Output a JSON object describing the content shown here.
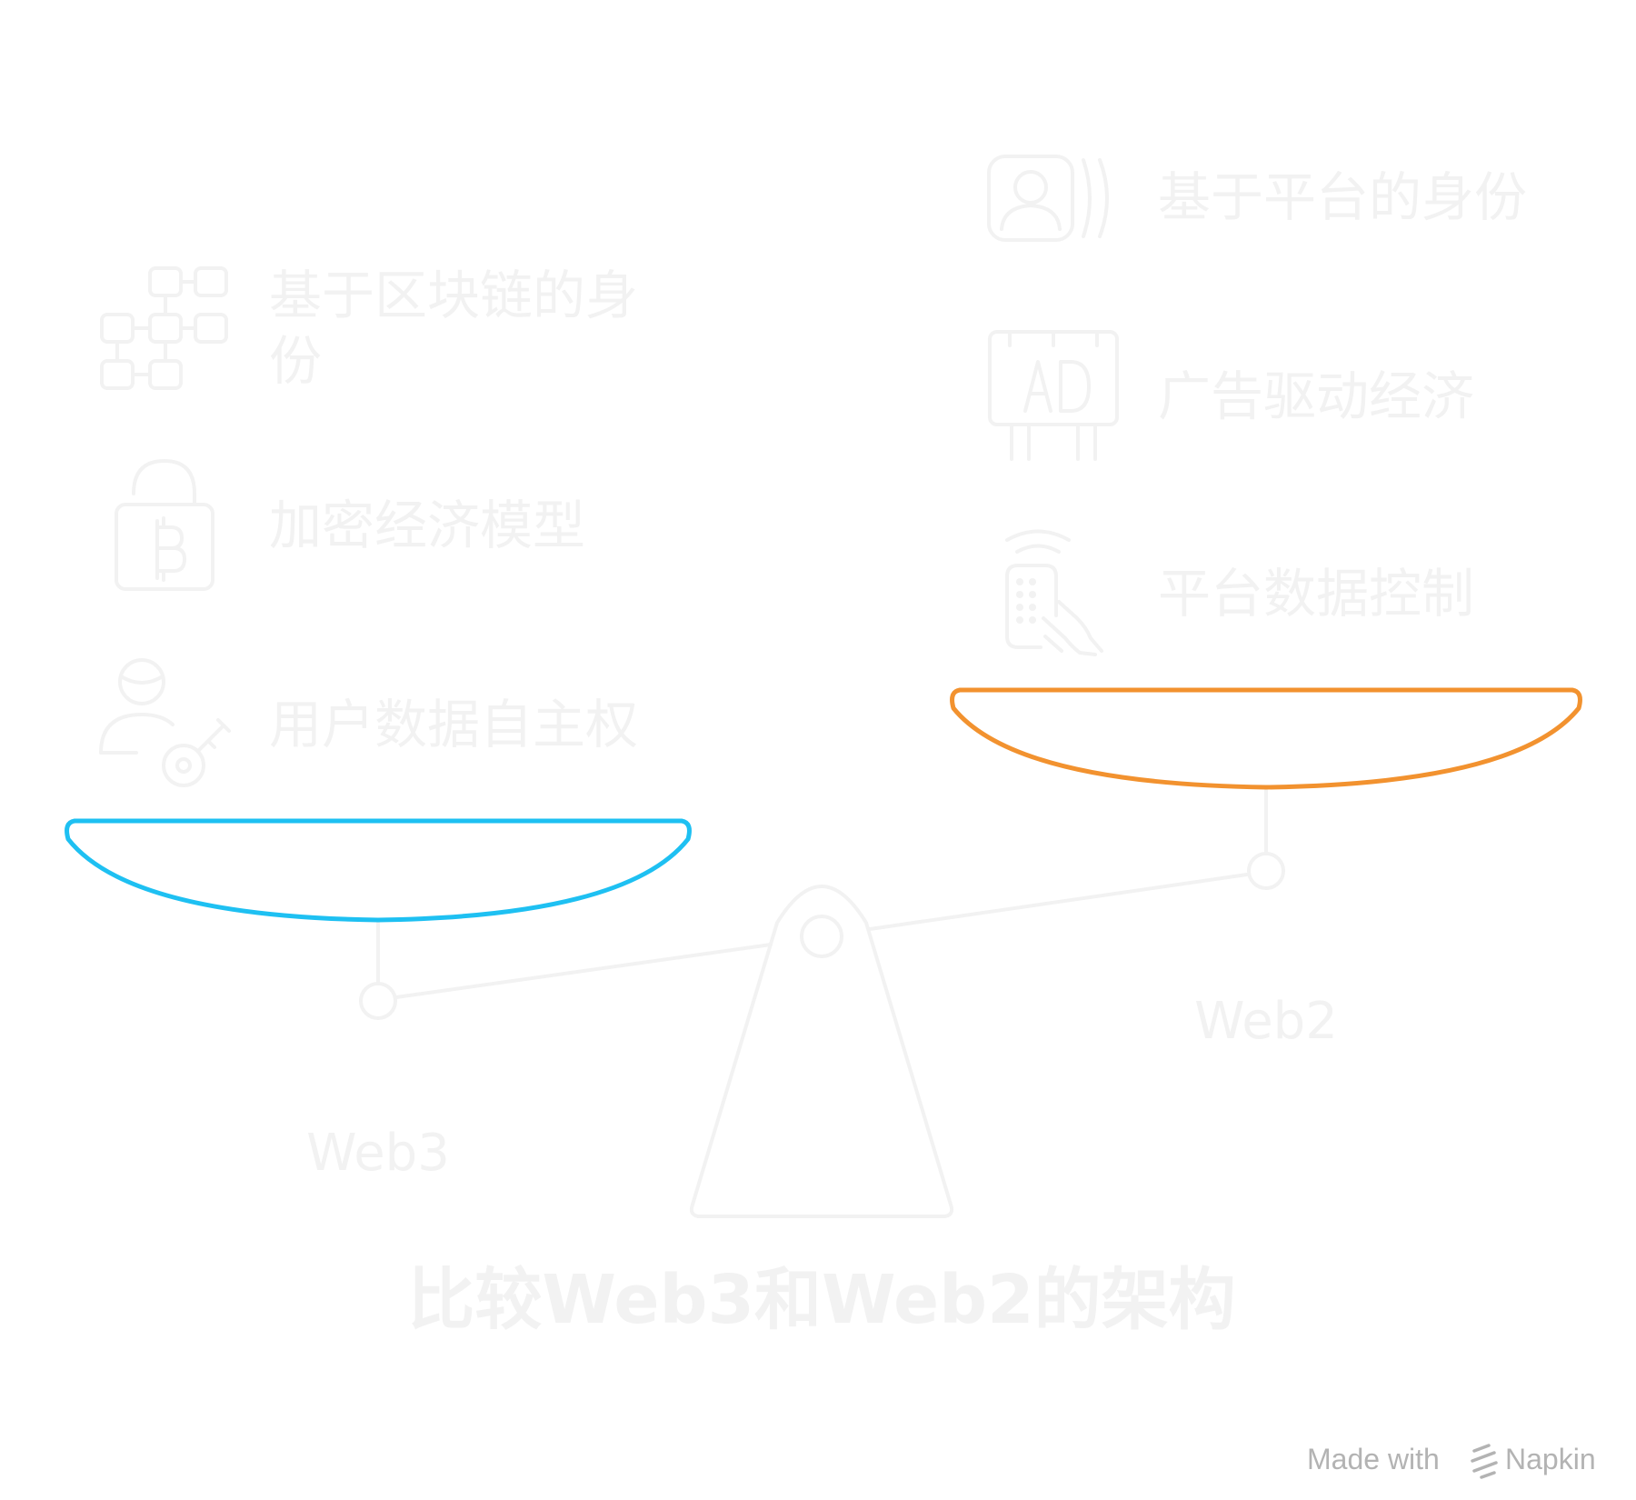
{
  "title": "比较Web3和Web2的架构",
  "colors": {
    "web3_pan": "#1ec0f2",
    "web2_pan": "#f2922f",
    "ink": "#f2f2f2",
    "credit": "#b3b3b3"
  },
  "web3": {
    "label": "Web3",
    "items": [
      {
        "line1": "基于区块链的身",
        "line2": "份",
        "icon": "blockchain-icon"
      },
      {
        "line1": "加密经济模型",
        "line2": "",
        "icon": "bitcoin-lock-icon"
      },
      {
        "line1": "用户数据自主权",
        "line2": "",
        "icon": "user-key-icon"
      }
    ]
  },
  "web2": {
    "label": "Web2",
    "items": [
      {
        "line1": "基于平台的身份",
        "icon": "profile-card-icon"
      },
      {
        "line1": "广告驱动经济",
        "icon": "ad-billboard-icon"
      },
      {
        "line1": "平台数据控制",
        "icon": "phone-touch-icon"
      }
    ]
  },
  "credit": {
    "prefix": "Made with",
    "brand": "Napkin",
    "icon": "napkin-logo-icon"
  }
}
